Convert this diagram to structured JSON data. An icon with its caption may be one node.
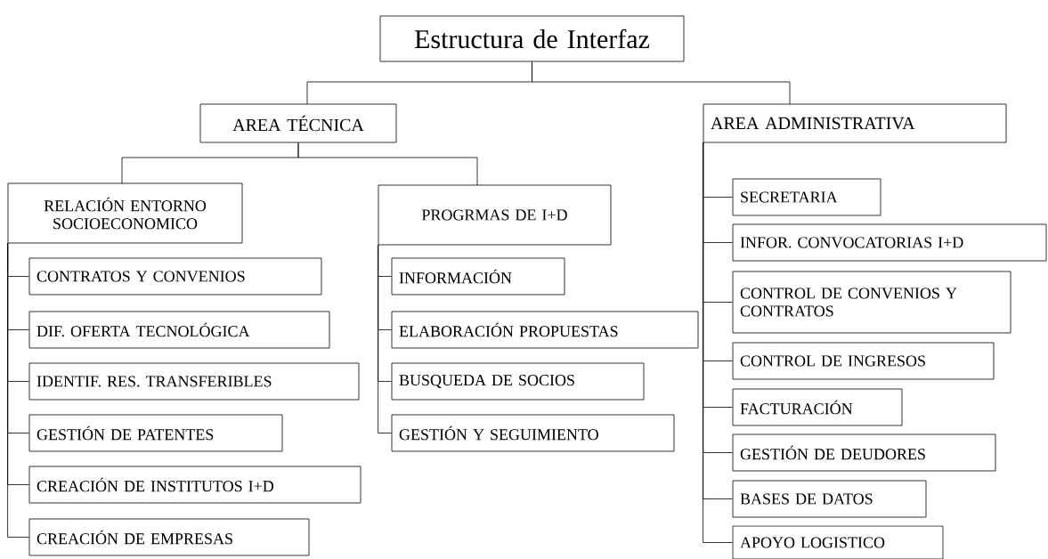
{
  "diagram": {
    "nodes": [
      {
        "text": [
          "Estructura de Interfaz"
        ]
      },
      {
        "text": [
          "AREA TÉCNICA"
        ]
      },
      {
        "text": [
          "AREA  ADMINISTRATIVA"
        ]
      },
      {
        "text": [
          "RELACIÓN ENTORNO SOCIOECONOMICO"
        ]
      },
      {
        "text": [
          "CONTRATOS Y CONVENIOS"
        ]
      },
      {
        "text": [
          "DIF. OFERTA TECNOLÓGICA"
        ]
      },
      {
        "text": [
          "IDENTIF. RES. TRANSFERIBLES"
        ]
      },
      {
        "text": [
          "GESTIÓN DE PATENTES"
        ]
      },
      {
        "text": [
          "CREACIÓN DE INSTITUTOS I+D"
        ]
      },
      {
        "text": [
          "CREACIÓN DE EMPRESAS"
        ]
      },
      {
        "text": [
          "PROGRMAS DE I+D"
        ]
      },
      {
        "text": [
          "INFORMACIÓN"
        ]
      },
      {
        "text": [
          "ELABORACIÓN PROPUESTAS"
        ]
      },
      {
        "text": [
          "BUSQUEDA DE SOCIOS"
        ]
      },
      {
        "text": [
          "GESTIÓN Y SEGUIMIENTO"
        ]
      },
      {
        "text": [
          "SECRETARIA"
        ]
      },
      {
        "text": [
          "INFOR. CONVOCATORIAS I+D"
        ]
      },
      {
        "text": [
          "CONTROL DE CONVENIOS Y CONTRATOS"
        ]
      },
      {
        "text": [
          "CONTROL DE INGRESOS"
        ]
      },
      {
        "text": [
          "FACTURACIÓN"
        ]
      },
      {
        "text": [
          "GESTIÓN DE DEUDORES"
        ]
      },
      {
        "text": [
          "BASES DE DATOS"
        ]
      },
      {
        "text": [
          "APOYO LOGISTICO"
        ]
      }
    ],
    "edges": [
      {
        "from": 0,
        "to": 1,
        "arrow": "none"
      },
      {
        "from": 0,
        "to": 2,
        "arrow": "none"
      },
      {
        "from": 1,
        "to": 3,
        "arrow": "none"
      },
      {
        "from": 1,
        "to": 10,
        "arrow": "none"
      },
      {
        "from": 3,
        "to": 4,
        "arrow": "none"
      },
      {
        "from": 3,
        "to": 5,
        "arrow": "none"
      },
      {
        "from": 3,
        "to": 6,
        "arrow": "none"
      },
      {
        "from": 3,
        "to": 7,
        "arrow": "none"
      },
      {
        "from": 3,
        "to": 8,
        "arrow": "none"
      },
      {
        "from": 3,
        "to": 9,
        "arrow": "none"
      },
      {
        "from": 10,
        "to": 11,
        "arrow": "none"
      },
      {
        "from": 10,
        "to": 12,
        "arrow": "none"
      },
      {
        "from": 10,
        "to": 13,
        "arrow": "none"
      },
      {
        "from": 10,
        "to": 14,
        "arrow": "none"
      },
      {
        "from": 2,
        "to": 15,
        "arrow": "none"
      },
      {
        "from": 2,
        "to": 16,
        "arrow": "none"
      },
      {
        "from": 2,
        "to": 17,
        "arrow": "none"
      },
      {
        "from": 2,
        "to": 18,
        "arrow": "none"
      },
      {
        "from": 2,
        "to": 19,
        "arrow": "none"
      },
      {
        "from": 2,
        "to": 20,
        "arrow": "none"
      },
      {
        "from": 2,
        "to": 21,
        "arrow": "none"
      },
      {
        "from": 2,
        "to": 22,
        "arrow": "none"
      }
    ]
  }
}
